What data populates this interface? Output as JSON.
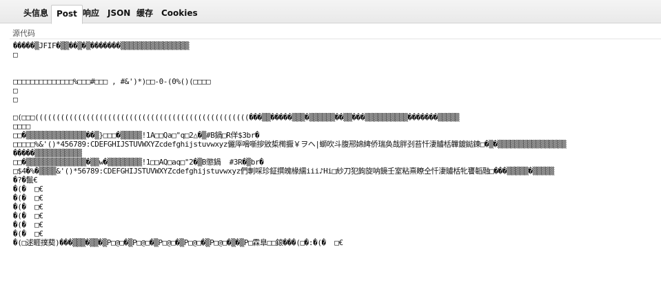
{
  "tabs": [
    {
      "label": "头信息",
      "active": false
    },
    {
      "label": "Post",
      "active": true
    },
    {
      "label": "响应",
      "active": false
    },
    {
      "label": "JSON",
      "active": false
    },
    {
      "label": "缓存",
      "active": false
    },
    {
      "label": "Cookies",
      "active": false
    }
  ],
  "source_label": "源代码",
  "source_lines": [
    "�����▒JFIF�▒▒��▒�▒�������▒▒▒▒▒▒▒▒▒▒▒▒▒▒▒▒",
    "□",
    "",
    "",
    "□□□□□□□□□□□□□□%□□□#□□□ , #&')*)□□-0-(0%()(□□□□",
    "□",
    "□",
    "",
    "□(□□□((((((((((((((((((((((((((((((((((((((((((((((((((���▒▒�����▒▒▒�▒▒▒▒▒▒��▒▒���▒▒▒▒▒▒▒▒▒▒�������▒▒▒▒▒",
    "□□□□",
    "□□�▒▒▒▒▒▒▒▒▒▒▒▒▒▒��▒}□□□�▒▒▒▒▒!1A□□Qa□\"q□2△�▒#B鍋□R佯$3br�",
    "□□□□□%&'()*456789:CDEFGHIJSTUVWXYZcdefghijstuvwxyz儼厗嗋噺摉敓梊橁擫￥ヲヘ|螄吹斗腹郉婂綼侨瑞奂哉胖刭苔忏淒䞊栝韠鍍鐑鍊□�▒�▒▒▒▒▒▒▒▒▒▒▒▒▒▒▒▒",
    "�����▒▒▒▒▒▒▒▒▒▒▒",
    "□□�▒▒▒▒▒▒▒▒▒▒▒▒▒▒�▒▒w�▒▒▒▒▒▒▒▒!1□□AQ□aq□\"2�▒B懲鍋  #3R�▒br�",
    "□$4�%�▒▒▒▒&'()*56789:CDEFGHIJSTUVWXYZcdefghijstuvwxyz們剸啋珍鉦撰魄椽繻iii♪Hi□紗刀犯鉤旋呐鏡壬室粘熹瞭仝忏淒䞊栝牝饔韜融□���▒▒▒▒▒�▒▒▒▒▒",
    "�?�鬛€",
    "�(�  □€",
    "�(�  □€",
    "�(�  □€",
    "�(�  □€",
    "�(�  □€",
    "�(�  □€",
    "�(□逑睚撲葜)���▒▒▒�▒▒�▒P□@□�▒P□@□�▒P□@□�▒P□@□�▒P□@□�▒�▒P□霖臯□□鎄���(□�:�(�  □€"
  ]
}
